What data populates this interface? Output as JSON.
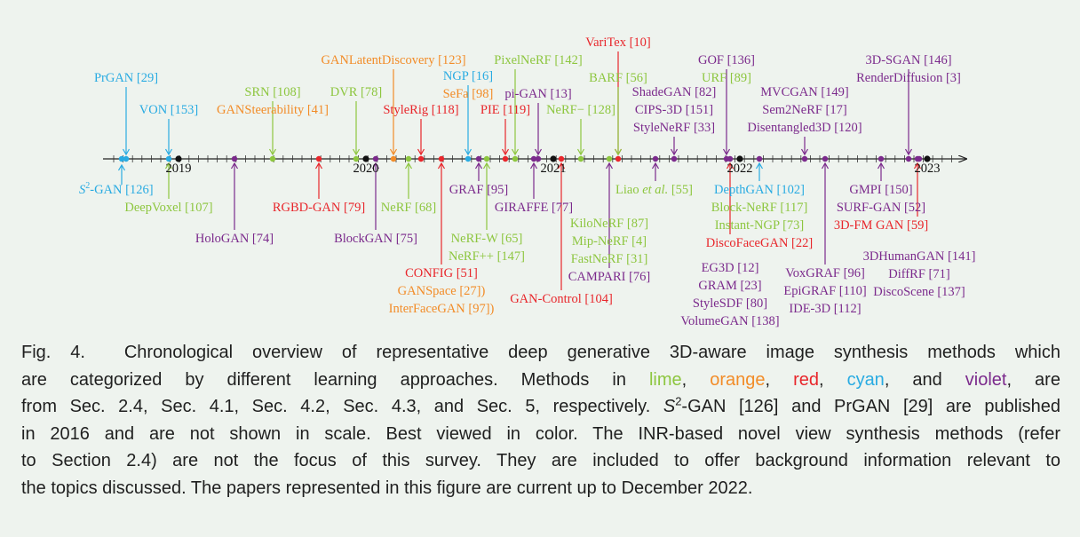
{
  "colors": {
    "lime": "#8dc63f",
    "orange": "#f28c28",
    "red": "#e8262b",
    "cyan": "#29abe2",
    "violet": "#7b2a8c",
    "black": "#111111",
    "axis": "#222222"
  },
  "timeline": {
    "year_labels": [
      "2019",
      "2020",
      "2021",
      "2022",
      "2023"
    ]
  },
  "methods": [
    {
      "label": "PrGAN [29]",
      "color": "cyan"
    },
    {
      "label": "VON [153]",
      "color": "cyan"
    },
    {
      "label": "SRN [108]",
      "color": "lime"
    },
    {
      "label": "GANSteerability [41]",
      "color": "orange"
    },
    {
      "label": "DVR [78]",
      "color": "lime"
    },
    {
      "label": "GANLatentDiscovery [123]",
      "color": "orange"
    },
    {
      "label": "StyleRig [118]",
      "color": "red"
    },
    {
      "label": "NGP [16]",
      "color": "cyan"
    },
    {
      "label": "SeFa [98]",
      "color": "orange"
    },
    {
      "label": "PixelNeRF [142]",
      "color": "lime"
    },
    {
      "label": "pi-GAN [13]",
      "color": "violet"
    },
    {
      "label": "PIE [119]",
      "color": "red"
    },
    {
      "label": "NeRF− [128]",
      "color": "lime"
    },
    {
      "label": "VariTex [10]",
      "color": "red"
    },
    {
      "label": "BARF [56]",
      "color": "lime"
    },
    {
      "label": "ShadeGAN [82]",
      "color": "violet"
    },
    {
      "label": "CIPS-3D [151]",
      "color": "violet"
    },
    {
      "label": "StyleNeRF [33]",
      "color": "violet"
    },
    {
      "label": "GOF [136]",
      "color": "violet"
    },
    {
      "label": "URF [89]",
      "color": "lime"
    },
    {
      "label": "MVCGAN [149]",
      "color": "violet"
    },
    {
      "label": "Sem2NeRF [17]",
      "color": "violet"
    },
    {
      "label": "Disentangled3D [120]",
      "color": "violet"
    },
    {
      "label": "3D-SGAN [146]",
      "color": "violet"
    },
    {
      "label": "RenderDiffusion [3]",
      "color": "violet"
    },
    {
      "label": "DeepVoxel [107]",
      "color": "lime"
    },
    {
      "label": "HoloGAN [74]",
      "color": "violet"
    },
    {
      "label": "RGBD-GAN [79]",
      "color": "red"
    },
    {
      "label": "BlockGAN [75]",
      "color": "violet"
    },
    {
      "label": "NeRF [68]",
      "color": "lime"
    },
    {
      "label": "CONFIG [51]",
      "color": "red"
    },
    {
      "label": "GANSpace [27])",
      "color": "orange"
    },
    {
      "label": "InterFaceGAN [97])",
      "color": "orange"
    },
    {
      "label": "GRAF [95]",
      "color": "violet"
    },
    {
      "label": "GIRAFFE [77]",
      "color": "violet"
    },
    {
      "label": "NeRF-W [65]",
      "color": "lime"
    },
    {
      "label": "NeRF++ [147]",
      "color": "lime"
    },
    {
      "label": "KiloNeRF [87]",
      "color": "lime"
    },
    {
      "label": "Mip-NeRF [4]",
      "color": "lime"
    },
    {
      "label": "FastNeRF [31]",
      "color": "lime"
    },
    {
      "label": "CAMPARI [76]",
      "color": "violet"
    },
    {
      "label": "GAN-Control [104]",
      "color": "red"
    },
    {
      "label": "DepthGAN [102]",
      "color": "cyan"
    },
    {
      "label": "Block-NeRF [117]",
      "color": "lime"
    },
    {
      "label": "Instant-NGP [73]",
      "color": "lime"
    },
    {
      "label": "DiscoFaceGAN [22]",
      "color": "red"
    },
    {
      "label": "EG3D [12]",
      "color": "violet"
    },
    {
      "label": "GRAM [23]",
      "color": "violet"
    },
    {
      "label": "StyleSDF [80]",
      "color": "violet"
    },
    {
      "label": "VolumeGAN [138]",
      "color": "violet"
    },
    {
      "label": "VoxGRAF [96]",
      "color": "violet"
    },
    {
      "label": "EpiGRAF [110]",
      "color": "violet"
    },
    {
      "label": "IDE-3D [112]",
      "color": "violet"
    },
    {
      "label": "GMPI [150]",
      "color": "violet"
    },
    {
      "label": "SURF-GAN [52]",
      "color": "violet"
    },
    {
      "label": "3D-FM GAN [59]",
      "color": "red"
    },
    {
      "label": "3DHumanGAN [141]",
      "color": "violet"
    },
    {
      "label": "DiffRF [71]",
      "color": "violet"
    },
    {
      "label": "DiscoScene [137]",
      "color": "violet"
    }
  ],
  "special": {
    "s2gan_prefix": "S",
    "s2gan_sup": "2",
    "s2gan_suffix": "-GAN [126]",
    "liao_prefix": "Liao ",
    "liao_italic": "et al.",
    "liao_suffix": " [55]"
  },
  "caption": {
    "fig": "Fig. 4.",
    "l1": "Chronological overview of representative deep generative 3D-aware image synthesis methods which",
    "l2a": "are categorized by different learning approaches. Methods in",
    "w_lime": "lime",
    "w_orange": "orange",
    "w_red": "red",
    "w_cyan": "cyan",
    "and": "and",
    "w_violet": "violet",
    "l2b": ", are",
    "l3a": "from Sec. 2.4, Sec. 4.1, Sec. 4.2, Sec. 4.3, and Sec. 5, respectively.",
    "l3s": "S",
    "l3sup": "2",
    "l3b": "-GAN [126] and PrGAN [29] are published",
    "l4": "in 2016 and are not shown in scale. Best viewed in color. The INR-based novel view synthesis methods (refer",
    "l5": "to Section 2.4) are not the focus of this survey. They are included to offer background information relevant to",
    "l6": "the topics discussed. The papers represented in this figure are current up to December 2022."
  }
}
